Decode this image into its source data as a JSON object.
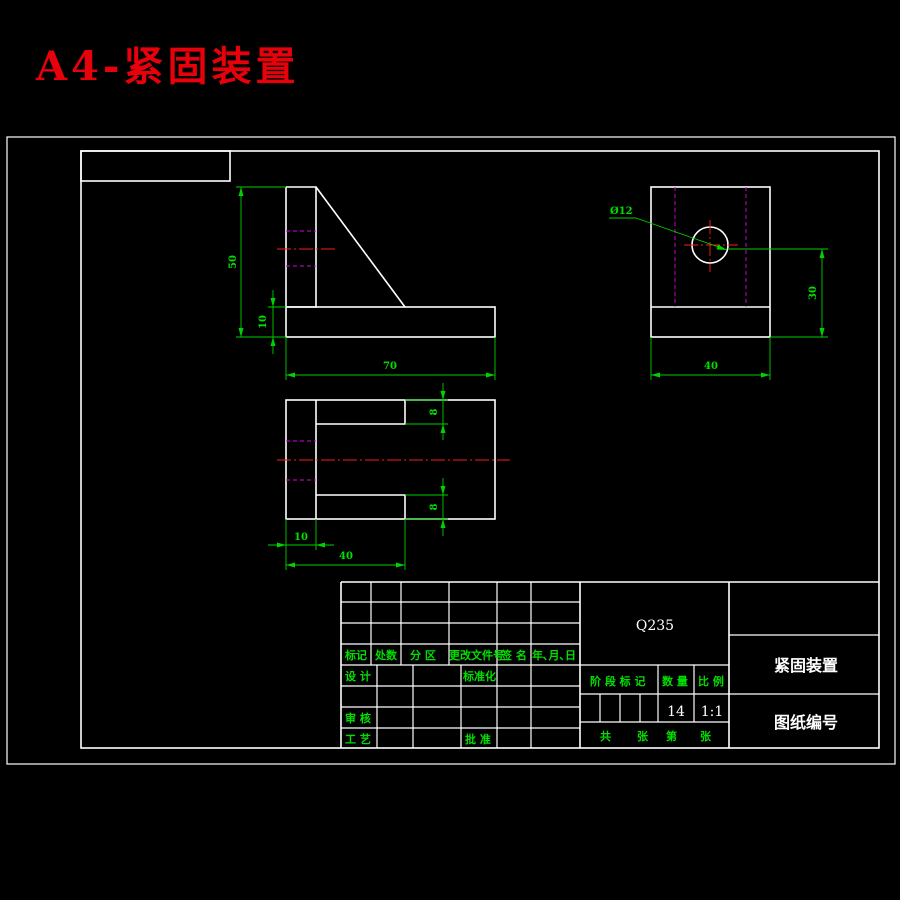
{
  "page_title": "A4-紧固装置",
  "views": {
    "front": {
      "dim_height": "50",
      "dim_base": "10",
      "dim_width": "70"
    },
    "side": {
      "hole_label": "Ø12",
      "dim_hole_height": "30",
      "dim_width": "40"
    },
    "top": {
      "dim_slot_top": "8",
      "dim_slot_bottom": "8",
      "dim_wall": "10",
      "dim_slot_depth": "40"
    }
  },
  "title_block": {
    "material": "Q235",
    "drawing_name": "紧固装置",
    "drawing_number_label": "图纸编号",
    "quantity": "14",
    "scale": "1:1",
    "labels": {
      "mark": "标记",
      "count": "处数",
      "zone": "分 区",
      "change_doc": "更改文件号",
      "signature": "签 名",
      "date": "年､月､日",
      "design": "设 计",
      "standardization": "标准化",
      "review": "审 核",
      "process": "工 艺",
      "approve": "批 准",
      "stage_mark": "阶 段 标 记",
      "weight": "数 量",
      "ratio": "比 例",
      "total": "共",
      "sheets": "张",
      "sheet_no": "第",
      "sheets2": "张"
    }
  }
}
